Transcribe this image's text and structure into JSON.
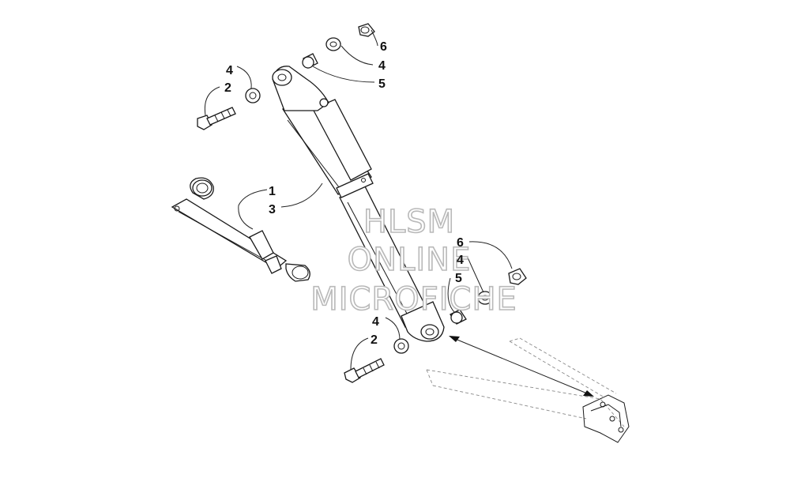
{
  "callouts": [
    {
      "id": "c4a",
      "text": "4"
    },
    {
      "id": "c2a",
      "text": "2"
    },
    {
      "id": "c6a",
      "text": "6"
    },
    {
      "id": "c4b",
      "text": "4"
    },
    {
      "id": "c5a",
      "text": "5"
    },
    {
      "id": "c1",
      "text": "1"
    },
    {
      "id": "c3",
      "text": "3"
    },
    {
      "id": "c6b",
      "text": "6"
    },
    {
      "id": "c4c",
      "text": "4"
    },
    {
      "id": "c5b",
      "text": "5"
    },
    {
      "id": "c4d",
      "text": "4"
    },
    {
      "id": "c2b",
      "text": "2"
    }
  ],
  "watermark": {
    "line1": "HLSM",
    "line2": "ONLINE",
    "line3": "MICROFICHE"
  },
  "colors": {
    "line": "#1a1a1a",
    "ghost": "#8a8a8a",
    "watermark_outline": "#b9b9b9",
    "background": "#ffffff"
  }
}
